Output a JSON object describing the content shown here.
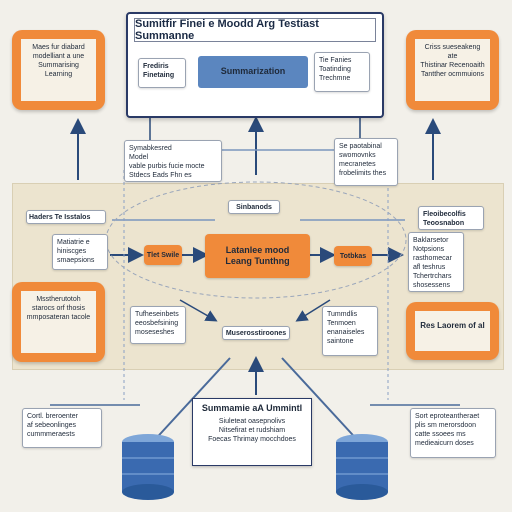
{
  "top_box": {
    "title": "Sumitfir Finei e Moodd Arg Testiast Summanne",
    "left_label": "Frediris\nFinetaing",
    "center_label": "Summarization",
    "right_label": "Tie Fanies\nToatinding\nTrechmne"
  },
  "orange_top_left": "Maes fur diabard\nmodelliant a une\nSummarising Learning",
  "orange_top_right": "Criss sueseakeng ate\nThistinar Recenoaith\nTantther ocmmuions",
  "orange_mid_left": "Msstherutotoh\nstarocs orf thosis\nmmposateran tacole",
  "orange_mid_right": "Res Laorem of al",
  "left_upper_card": "Symabkesred\nModel\nvable purbis fucie mocte\nStdecs Eads Fhn es",
  "right_upper_card": "Se paotabinal\nswomovnks\nmecranetes\nfrobelimits thes",
  "badge_top_center": "Sinbanods",
  "left_band_label": "Haders Te Isstalos",
  "left_band_card": "Matiatrie e\nhiniscges\nsmaepsions",
  "right_band_label": "Fleoibecolfis\nTeoosnabon",
  "right_band_card": "Baklarsetor\nNotpsions\nrasthomecar\nafl teshrus\nTchertrchars\nshosessens",
  "center_pill": "Latanlee mood\nLeang Tunthng",
  "left_small_pill": "Tlet Swile",
  "right_small_pill": "Totbkas",
  "lower_left_card": "Tufheseinbets\neeosbefsining\nmoseseshes",
  "lower_center_label": "Muserosstiroones",
  "lower_right_card": "Tummdlis\nTenmoen\nenanaiseles\nsaintone",
  "bottom_left_card": "Cortl. breroenter\naf sebeonlinges\ncummmeraests",
  "bottom_center": {
    "title": "Summamie aA Ummintl",
    "body": "Siuleteat oasepnolivs\nNitsefirat et rudshiam\nFoecas Thrimay mocchdoes"
  },
  "bottom_right_card": "Sort eproteantheraet\nplis sm merorsdoon\ncatte ssoees ms\nmedieaicurn doses"
}
